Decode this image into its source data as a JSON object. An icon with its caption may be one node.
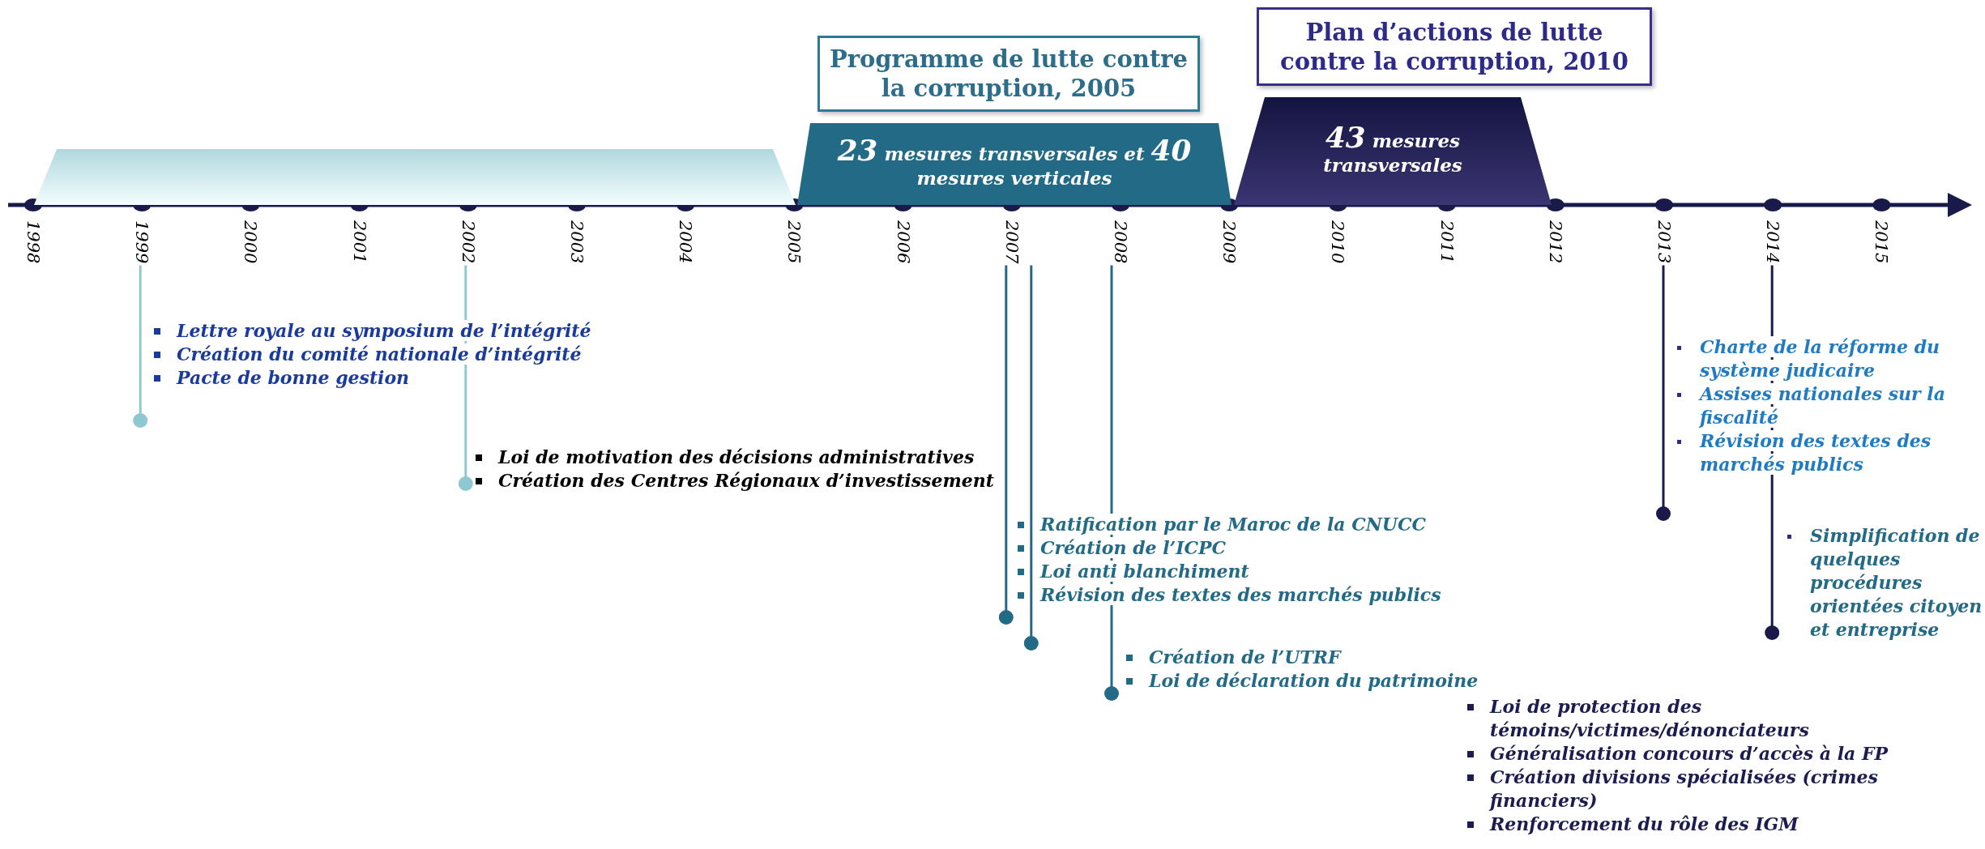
{
  "diagram": {
    "nodes": [
      {
        "text": [
          "Programme de lutte contre la corruption, 2005"
        ]
      },
      {
        "text": [
          "Plan d’actions de lutte contre la corruption, 2010"
        ]
      },
      {
        "text": [],
        "shape": "bar"
      },
      {
        "text": [
          "**23** mesures transversales et **40** mesures verticales"
        ]
      },
      {
        "text": [
          "**43** mesures transversales"
        ]
      },
      {
        "text": [
          "Lettre royale au symposium de l’intégrité",
          "Création du comité nationale d’intégrité",
          "Pacte de bonne gestion"
        ]
      },
      {
        "text": [
          "Loi de motivation des décisions administratives",
          "Création des Centres Régionaux d’investissement"
        ]
      },
      {
        "text": [
          "Ratification par le Maroc de la CNUCC",
          "Création de l’ICPC",
          "Loi anti blanchiment",
          "Révision des textes des marchés publics"
        ]
      },
      {
        "text": [
          "Création de l’UTRF",
          "Loi de déclaration du patrimoine"
        ]
      },
      {
        "text": [
          "Charte de la réforme du système judicaire",
          "Assises nationales sur la fiscalité",
          "Révision des textes des marchés publics"
        ]
      },
      {
        "text": [
          "Simplification de quelques procédures orientées citoyen et entreprise"
        ]
      },
      {
        "text": [
          "Loi de protection des témoins/victimes/dénonciateurs",
          "Généralisation concours d’accès à la FP",
          "Création divisions spécialisées (crimes financiers)",
          "Renforcement du rôle des IGM"
        ]
      },
      {
        "text": [
          "1998"
        ]
      },
      {
        "text": [
          "1999"
        ]
      },
      {
        "text": [
          "2000"
        ]
      },
      {
        "text": [
          "2001"
        ]
      },
      {
        "text": [
          "2002"
        ]
      },
      {
        "text": [
          "2003"
        ]
      },
      {
        "text": [
          "2004"
        ]
      },
      {
        "text": [
          "2005"
        ]
      },
      {
        "text": [
          "2006"
        ]
      },
      {
        "text": [
          "2007"
        ]
      },
      {
        "text": [
          "2008"
        ]
      },
      {
        "text": [
          "2009"
        ]
      },
      {
        "text": [
          "2010"
        ]
      },
      {
        "text": [
          "2011"
        ]
      },
      {
        "text": [
          "2012"
        ]
      },
      {
        "text": [
          "2013"
        ]
      },
      {
        "text": [
          "2014"
        ]
      },
      {
        "text": [
          "2015"
        ]
      }
    ],
    "edges": [
      {
        "from": 5,
        "to": 13,
        "arrow": "other",
        "color": "#8fc8d0"
      },
      {
        "from": 6,
        "to": 16,
        "arrow": "other",
        "color": "#8fc8d0"
      },
      {
        "from": 7,
        "to": 21,
        "arrow": "other"
      },
      {
        "from": 7,
        "to": 21,
        "arrow": "other"
      },
      {
        "from": 8,
        "to": 22,
        "arrow": "other"
      },
      {
        "from": 9,
        "to": 27,
        "arrow": "other",
        "color": "#1a1a4a"
      },
      {
        "from": 10,
        "to": 28,
        "arrow": "other",
        "color": "#1a1a4a"
      }
    ]
  }
}
